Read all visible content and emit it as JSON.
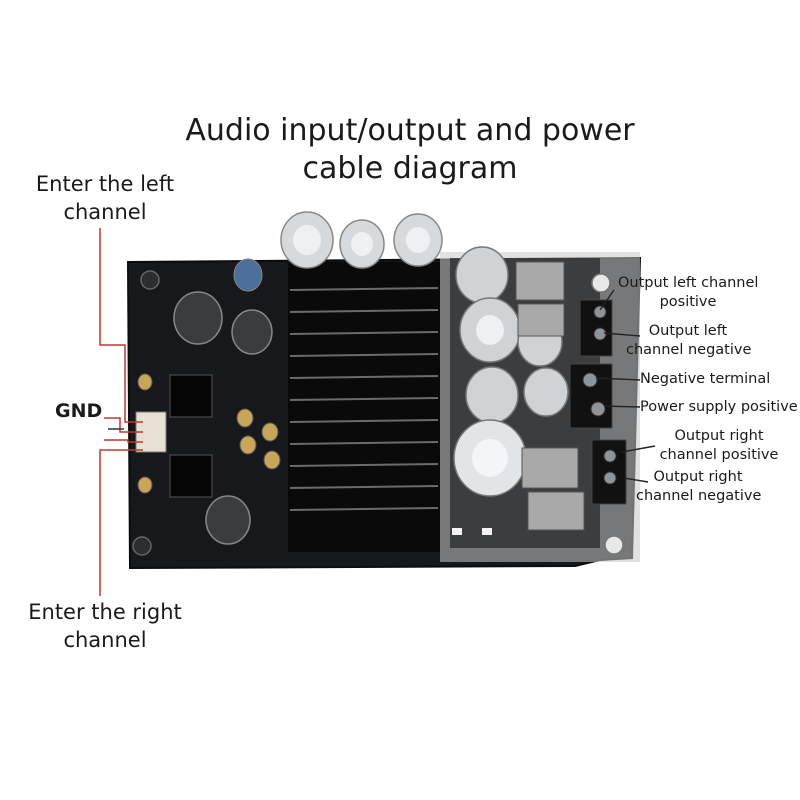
{
  "title": "Audio input/output and power cable diagram",
  "left_labels": {
    "left_channel": "Enter the left channel",
    "gnd": "GND",
    "right_channel": "Enter the right channel"
  },
  "right_labels": {
    "out_left_pos_1": "Output left channel",
    "out_left_pos_2": "positive",
    "out_left_neg_1": "Output left",
    "out_left_neg_2": "channel negative",
    "neg_terminal": "Negative terminal",
    "power_pos": "Power supply positive",
    "out_right_pos_1": "Output right",
    "out_right_pos_2": "channel positive",
    "out_right_neg_1": "Output right",
    "out_right_neg_2": "channel negative"
  },
  "colors": {
    "pcb": "#16181b",
    "heatsink": "#0a0a0a",
    "fin_highlight": "#6b6b6b",
    "leader_line": "#c0392b",
    "capacitor": "#cfd3d6"
  }
}
